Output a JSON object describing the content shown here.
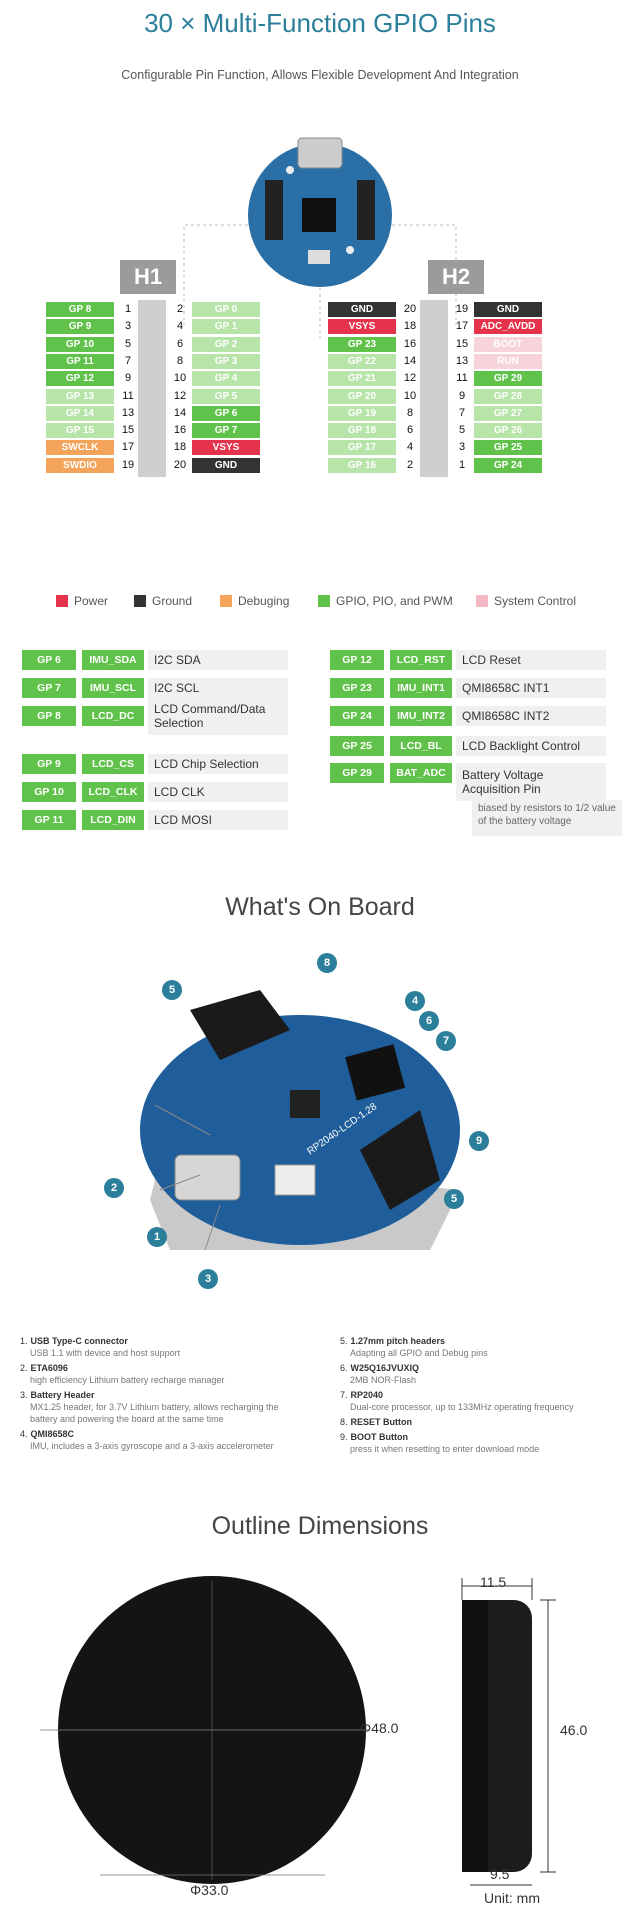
{
  "header": {
    "title": "30 × Multi-Function GPIO Pins",
    "subtitle": "Configurable Pin Function, Allows Flexible Development And Integration"
  },
  "h1": {
    "label": "H1",
    "left": [
      "GP 8",
      "GP 9",
      "GP 10",
      "GP 11",
      "GP 12",
      "GP 13",
      "GP 14",
      "GP 15",
      "SWCLK",
      "SWDIO"
    ],
    "right": [
      "GP 0",
      "GP 1",
      "GP 2",
      "GP 3",
      "GP 4",
      "GP 5",
      "GP 6",
      "GP 7",
      "VSYS",
      "GND"
    ],
    "left_nums": [
      "1",
      "3",
      "5",
      "7",
      "9",
      "11",
      "13",
      "15",
      "17",
      "19"
    ],
    "right_nums": [
      "2",
      "4",
      "6",
      "8",
      "10",
      "12",
      "14",
      "16",
      "18",
      "20"
    ]
  },
  "h2": {
    "label": "H2",
    "left": [
      "GND",
      "VSYS",
      "GP 23",
      "GP 22",
      "GP 21",
      "GP 20",
      "GP 19",
      "GP 18",
      "GP 17",
      "GP 16"
    ],
    "right": [
      "GND",
      "ADC_AVDD",
      "BOOT",
      "RUN",
      "GP 29",
      "GP 28",
      "GP 27",
      "GP 26",
      "GP 25",
      "GP 24"
    ],
    "left_nums": [
      "20",
      "18",
      "16",
      "14",
      "12",
      "10",
      "8",
      "6",
      "4",
      "2"
    ],
    "right_nums": [
      "19",
      "17",
      "15",
      "13",
      "11",
      "9",
      "7",
      "5",
      "3",
      "1"
    ]
  },
  "legend": [
    "Power",
    "Ground",
    "Debuging",
    "GPIO, PIO, and PWM",
    "System Control"
  ],
  "colors": {
    "power": "#e5334b",
    "ground": "#333333",
    "debug": "#f3a35a",
    "gpio": "#60c24a",
    "gpio_light": "#b7e4a8",
    "sys": "#f4b8c4",
    "sys_light": "#f7d3da",
    "title": "#2b7f9a"
  },
  "functions_left": [
    {
      "gp": "GP 6",
      "sig": "IMU_SDA",
      "desc": "I2C SDA"
    },
    {
      "gp": "GP 7",
      "sig": "IMU_SCL",
      "desc": "I2C SCL"
    },
    {
      "gp": "GP 8",
      "sig": "LCD_DC",
      "desc": "LCD Command/Data Selection"
    },
    {
      "gp": "GP 9",
      "sig": "LCD_CS",
      "desc": "LCD Chip Selection"
    },
    {
      "gp": "GP 10",
      "sig": "LCD_CLK",
      "desc": "LCD CLK"
    },
    {
      "gp": "GP 11",
      "sig": "LCD_DIN",
      "desc": "LCD MOSI"
    }
  ],
  "functions_right": [
    {
      "gp": "GP 12",
      "sig": "LCD_RST",
      "desc": "LCD Reset"
    },
    {
      "gp": "GP 23",
      "sig": "IMU_INT1",
      "desc": "QMI8658C INT1"
    },
    {
      "gp": "GP 24",
      "sig": "IMU_INT2",
      "desc": "QMI8658C INT2"
    },
    {
      "gp": "GP 25",
      "sig": "LCD_BL",
      "desc": "LCD Backlight Control"
    },
    {
      "gp": "GP 29",
      "sig": "BAT_ADC",
      "desc": "Battery Voltage Acquisition Pin"
    }
  ],
  "bat_note": "biased by resistors to 1/2 value of the battery voltage",
  "board": {
    "title": "What's On Board",
    "callouts": [
      "1",
      "2",
      "3",
      "4",
      "5",
      "5",
      "6",
      "7",
      "8",
      "9"
    ],
    "pcb_text": "RP2040-LCD-1.28"
  },
  "onboard_left": [
    {
      "n": "1.",
      "t": "USB Type-C connector",
      "s": "USB 1.1 with device and host support"
    },
    {
      "n": "2.",
      "t": "ETA6096",
      "s": "high efficiency Lithium battery recharge manager"
    },
    {
      "n": "3.",
      "t": "Battery Header",
      "s": "MX1.25 header, for 3.7V Lithium battery, allows recharging the battery and powering the board at the same time"
    },
    {
      "n": "4.",
      "t": "QMI8658C",
      "s": "IMU, includes a 3-axis gyroscope and a 3-axis accelerometer"
    }
  ],
  "onboard_right": [
    {
      "n": "5.",
      "t": "1.27mm pitch headers",
      "s": "Adapting all GPIO and Debug pins"
    },
    {
      "n": "6.",
      "t": "W25Q16JVUXIQ",
      "s": "2MB NOR-Flash"
    },
    {
      "n": "7.",
      "t": "RP2040",
      "s": "Dual-core processor, up to 133MHz operating frequency"
    },
    {
      "n": "8.",
      "t": "RESET Button",
      "s": ""
    },
    {
      "n": "9.",
      "t": "BOOT Button",
      "s": "press it when resetting to enter download mode"
    }
  ],
  "dimensions": {
    "title": "Outline Dimensions",
    "d48": "Φ48.0",
    "d33": "Φ33.0",
    "w11": "11.5",
    "h46": "46.0",
    "w9": "9.5",
    "unit": "Unit: mm"
  }
}
